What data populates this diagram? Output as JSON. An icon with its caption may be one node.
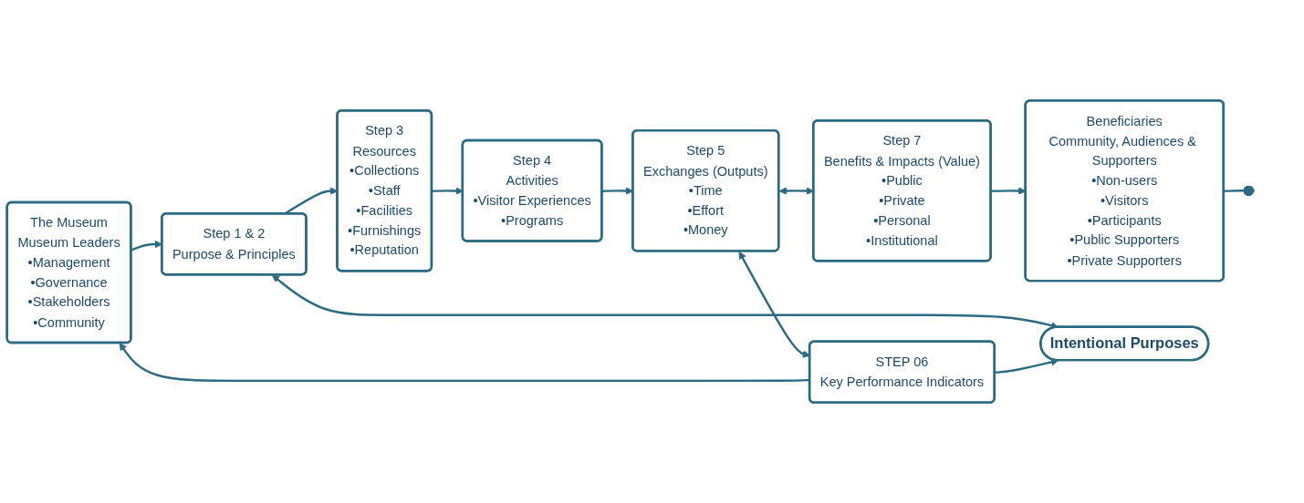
{
  "diagram": {
    "nodes": [
      {
        "text": [
          "The Museum",
          "Museum Leaders",
          "•Management",
          "•Governance",
          "•Stakeholders",
          "•Community"
        ]
      },
      {
        "text": [
          "Step 1 & 2",
          "Purpose & Principles"
        ]
      },
      {
        "text": [
          "Step 3",
          "Resources",
          "•Collections",
          "•Staff",
          "•Facilities",
          "•Furnishings",
          "•Reputation"
        ]
      },
      {
        "text": [
          "Step 4",
          "Activities",
          "•Visitor Experiences",
          "•Programs"
        ]
      },
      {
        "text": [
          "Step 5",
          "Exchanges (Outputs)",
          "•Time",
          "•Effort",
          "•Money"
        ]
      },
      {
        "text": [
          "Step 7",
          "Benefits & Impacts (Value)",
          "•Public",
          "•Private",
          "•Personal",
          "•Institutional"
        ]
      },
      {
        "text": [
          "Beneficiaries",
          "Community, Audiences & Supporters",
          "•Non-users",
          "•Visitors",
          "•Participants",
          "•Public Supporters",
          "•Private Supporters"
        ]
      },
      {
        "text": [
          "Intentional Purposes"
        ]
      },
      {
        "text": [
          "STEP 06",
          "Key Performance Indicators"
        ]
      }
    ],
    "edges": [
      {
        "from": 0,
        "to": 1,
        "arrow": "to"
      },
      {
        "from": 1,
        "to": 2,
        "arrow": "to"
      },
      {
        "from": 2,
        "to": 3,
        "arrow": "to"
      },
      {
        "from": 3,
        "to": 4,
        "arrow": "to"
      },
      {
        "from": 4,
        "to": 5,
        "arrow": "both"
      },
      {
        "from": 4,
        "to": 8,
        "arrow": "both"
      },
      {
        "from": 5,
        "to": 6,
        "arrow": "to"
      },
      {
        "from": 6,
        "to": null,
        "arrow": "other"
      },
      {
        "from": 1,
        "to": 7,
        "arrow": "both"
      },
      {
        "from": 8,
        "to": 7,
        "arrow": "to"
      },
      {
        "from": 8,
        "to": 0,
        "arrow": "to"
      }
    ]
  }
}
